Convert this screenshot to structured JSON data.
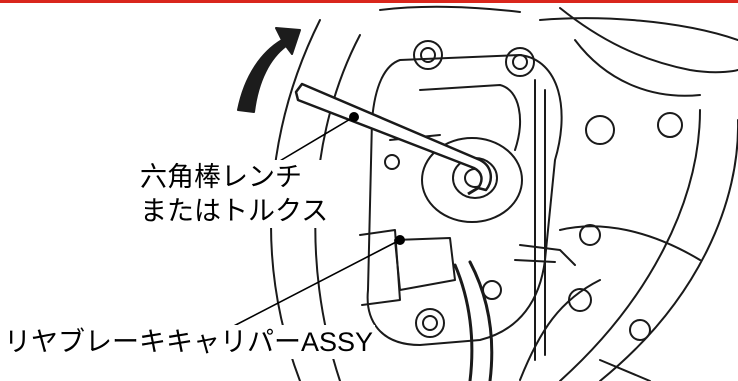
{
  "labels": {
    "wrench_line1": "六角棒レンチ",
    "wrench_line2": "またはトルクス",
    "caliper": "リヤブレーキキャリパーASSY"
  },
  "colors": {
    "accent_rule": "#d9261c",
    "line_art": "#1a1a1a",
    "arrow": "#1c1c1c"
  },
  "icons": {
    "rotation_arrow": "curved-arrow-icon"
  }
}
